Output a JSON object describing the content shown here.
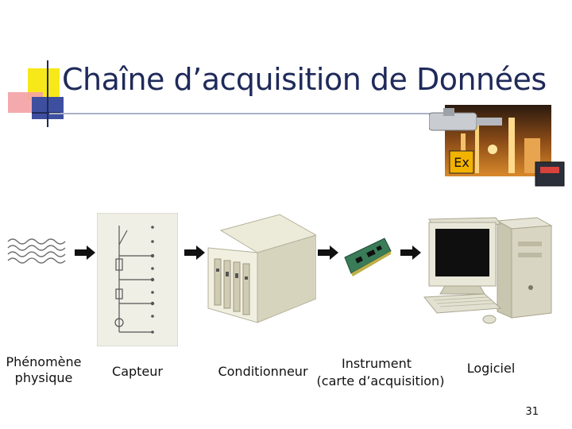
{
  "slide": {
    "title": "Chaîne d’acquisition de Données",
    "page_number": "31"
  },
  "chain": {
    "phenomene": "Phénomène\nphysique",
    "capteur": "Capteur",
    "conditionneur": "Conditionneur",
    "instrument_line1": "Instrument",
    "instrument_line2": "(carte d’acquisition)",
    "logiciel": "Logiciel"
  },
  "photo": {
    "ex_badge": "Ex"
  },
  "colors": {
    "title": "#1f2a5a",
    "accent_yellow": "#f7e81a",
    "accent_red": "#e8333b",
    "accent_blue": "#2b3c8c",
    "rule": "#aab2c8"
  }
}
